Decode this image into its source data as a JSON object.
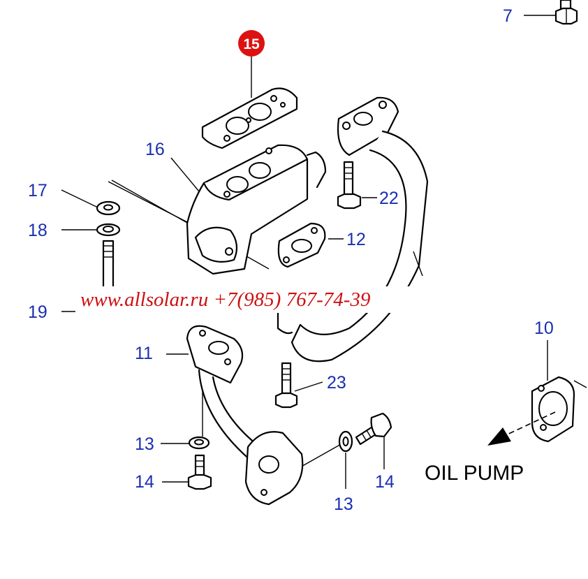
{
  "diagram": {
    "callouts": [
      {
        "id": "7",
        "label": "7"
      },
      {
        "id": "15",
        "label": "15",
        "highlight": true
      },
      {
        "id": "16",
        "label": "16"
      },
      {
        "id": "17",
        "label": "17"
      },
      {
        "id": "18",
        "label": "18"
      },
      {
        "id": "19",
        "label": "19"
      },
      {
        "id": "22",
        "label": "22"
      },
      {
        "id": "12",
        "label": "12"
      },
      {
        "id": "10",
        "label": "10"
      },
      {
        "id": "11",
        "label": "11"
      },
      {
        "id": "23",
        "label": "23"
      },
      {
        "id": "13a",
        "label": "13"
      },
      {
        "id": "14a",
        "label": "14"
      },
      {
        "id": "13b",
        "label": "13"
      },
      {
        "id": "14b",
        "label": "14"
      }
    ],
    "oil_pump_label": "OIL PUMP",
    "watermark": "www.allsolar.ru +7(985) 767-74-39",
    "colors": {
      "callout": "#1a2fb0",
      "highlight_badge": "#dd1111",
      "watermark": "#cc1010",
      "line": "#000000"
    }
  }
}
